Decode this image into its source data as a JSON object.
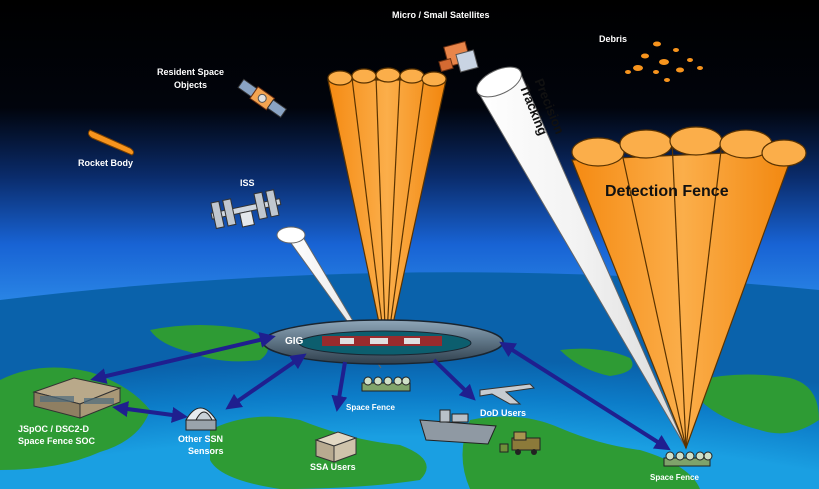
{
  "labels": {
    "micro_small_satellites": "Micro / Small Satellites",
    "debris": "Debris",
    "resident_space_objects_line1": "Resident Space",
    "resident_space_objects_line2": "Objects",
    "rocket_body": "Rocket Body",
    "iss": "ISS",
    "precision_tracking_line1": "Precision",
    "precision_tracking_line2": "Tracking",
    "detection_fence": "Detection Fence",
    "gig": "GIG",
    "space_fence_center": "Space Fence",
    "space_fence_right": "Space Fence",
    "dod_users": "DoD Users",
    "ssa_users": "SSA Users",
    "other_ssn_sensors_line1": "Other SSN",
    "other_ssn_sensors_line2": "Sensors",
    "jspoc_line1": "JSpOC / DSC2-D",
    "jspoc_line2": "Space Fence SOC"
  },
  "colors": {
    "space": "#000000",
    "atmosphere": "#1a63d6",
    "ocean": "#0b8fd6",
    "land": "#2f9a2f",
    "fence_orange": "#f7941d",
    "link_arrow": "#1f1f8f",
    "label_text": "#ffffff",
    "detection_text": "#111111"
  },
  "icons": [
    "satellite-icon",
    "rocket-body-icon",
    "iss-icon",
    "debris-icon",
    "building-icon",
    "radar-icon",
    "aircraft-icon",
    "ship-icon",
    "vehicle-icon",
    "antenna-array-icon"
  ]
}
